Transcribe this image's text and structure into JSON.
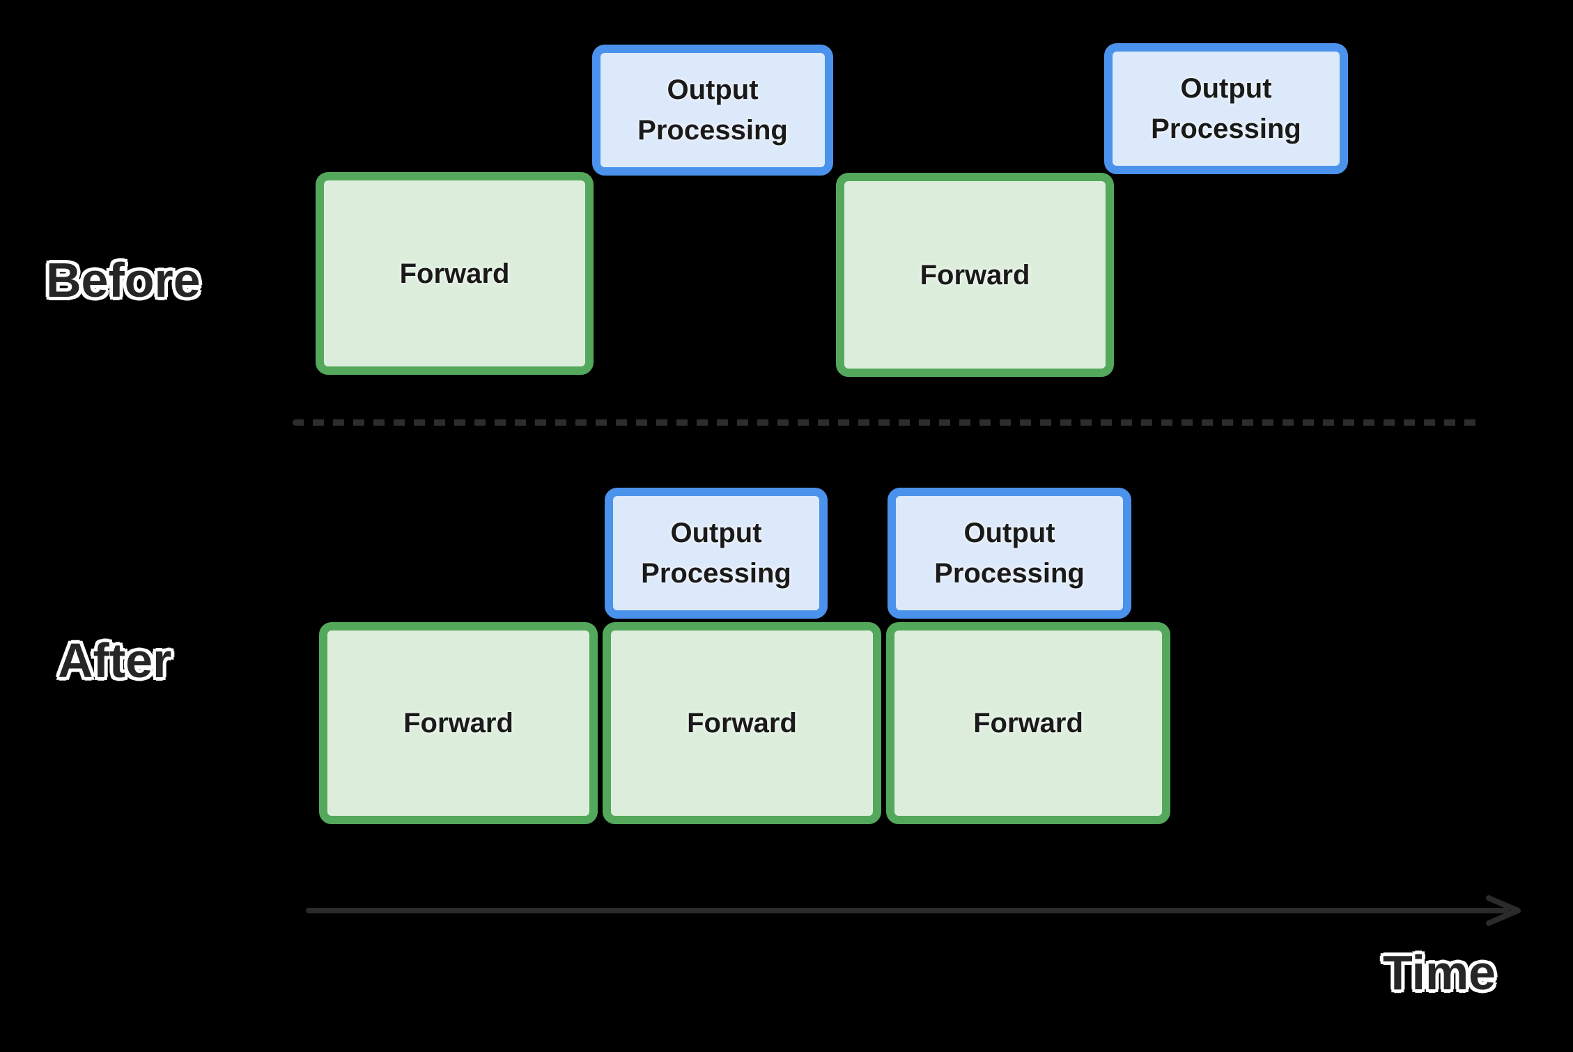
{
  "labels": {
    "before": "Before",
    "after": "After",
    "time": "Time"
  },
  "rows": {
    "before": {
      "forward_boxes": [
        {
          "label": "Forward"
        },
        {
          "label": "Forward"
        }
      ],
      "output_boxes": [
        {
          "label": "Output Processing"
        },
        {
          "label": "Output Processing"
        }
      ]
    },
    "after": {
      "forward_boxes": [
        {
          "label": "Forward"
        },
        {
          "label": "Forward"
        },
        {
          "label": "Forward"
        }
      ],
      "output_boxes": [
        {
          "label": "Output Processing"
        },
        {
          "label": "Output Processing"
        }
      ]
    }
  },
  "colors": {
    "background": "#000000",
    "forward_fill": "#dceedb",
    "forward_border": "#54a85c",
    "output_fill": "#dce9fa",
    "output_border": "#4b92ec",
    "box_text": "#1a1a1a",
    "heading_text": "#262626",
    "heading_outline": "#ffffff",
    "divider_dash": "#2d2d2d",
    "arrow": "#2b2b2b"
  }
}
